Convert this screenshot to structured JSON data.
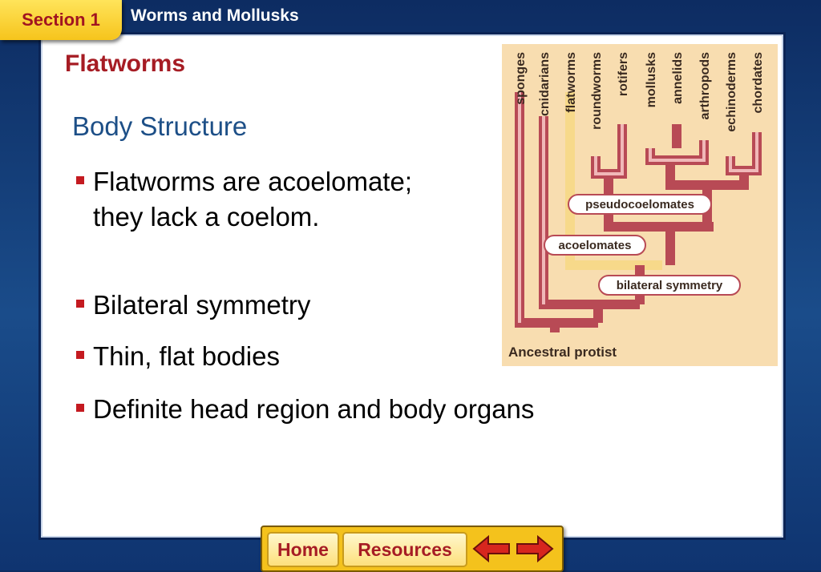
{
  "header": {
    "section_label": "Section 1",
    "chapter_title": "Worms and Mollusks"
  },
  "slide": {
    "title": "Flatworms",
    "subheading": "Body Structure",
    "bullets": [
      "Flatworms are acoelomate; they lack a coelom.",
      "Bilateral symmetry",
      "Thin, flat bodies",
      "Definite head region and body organs"
    ]
  },
  "diagram": {
    "taxa": [
      "sponges",
      "cnidarians",
      "flatworms",
      "roundworms",
      "rotifers",
      "mollusks",
      "annelids",
      "arthropods",
      "echinoderms",
      "chordates"
    ],
    "labels": {
      "pseudocoelomates": "pseudocoelomates",
      "acoelomates": "acoelomates",
      "bilateral": "bilateral symmetry",
      "root": "Ancestral protist"
    },
    "colors": {
      "branch": "#b84a55",
      "branch_light": "#f0b8b8",
      "highlight": "#f7d98a",
      "background": "#f8ddb0"
    }
  },
  "footer": {
    "home_label": "Home",
    "resources_label": "Resources"
  }
}
